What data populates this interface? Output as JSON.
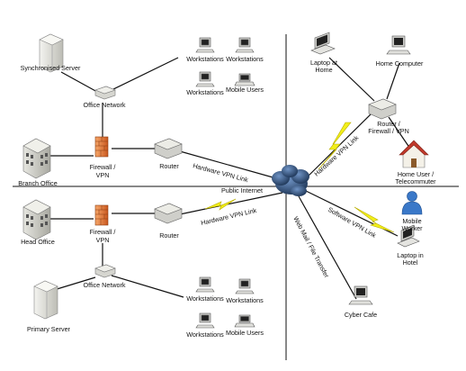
{
  "labels": {
    "synchronised_server": "Synchronised Server",
    "office_network_top": "Office Network",
    "workstations_1": "Workstations",
    "workstations_2": "Workstations",
    "workstations_3": "Workstations",
    "mobile_users_top": "Mobile Users",
    "branch_office": "Branch Office",
    "firewall_vpn_top_1": "Firewall /",
    "firewall_vpn_top_2": "VPN",
    "router_top": "Router",
    "hardware_vpn_link_top": "Hardware VPN Link",
    "public_internet": "Public Internet",
    "laptop_home_1": "Laptop at",
    "laptop_home_2": "Home",
    "home_computer": "Home Computer",
    "router_fw_vpn_1": "Router /",
    "router_fw_vpn_2": "Firewall / VPN",
    "hardware_vpn_link_home": "Hardware VPN Link",
    "home_user_1": "Home User /",
    "home_user_2": "Telecommuter",
    "head_office": "Head Office",
    "firewall_vpn_bottom_1": "Firewall /",
    "firewall_vpn_bottom_2": "VPN",
    "router_bottom": "Router",
    "hardware_vpn_link_bottom": "Hardware VPN Link",
    "office_network_bottom": "Office Network",
    "primary_server": "Primary Server",
    "workstations_4": "Workstations",
    "workstations_5": "Workstations",
    "workstations_6": "Workstations",
    "mobile_users_bottom": "Mobile Users",
    "web_mail_file_transfer": "Web Mail / File Transfer",
    "software_vpn_link": "Software VPN Link",
    "mobile_worker_1": "Mobile",
    "mobile_worker_2": "Worker",
    "laptop_hotel_1": "Laptop in",
    "laptop_hotel_2": "Hotel",
    "cyber_cafe": "Cyber Cafe"
  },
  "colors": {
    "line": "#111111",
    "lightning": "#f2ef1a",
    "cloud": "#2f4f7a",
    "firewall": "#e8823a",
    "device": "#c9c9c9",
    "user": "#3a78c8"
  }
}
